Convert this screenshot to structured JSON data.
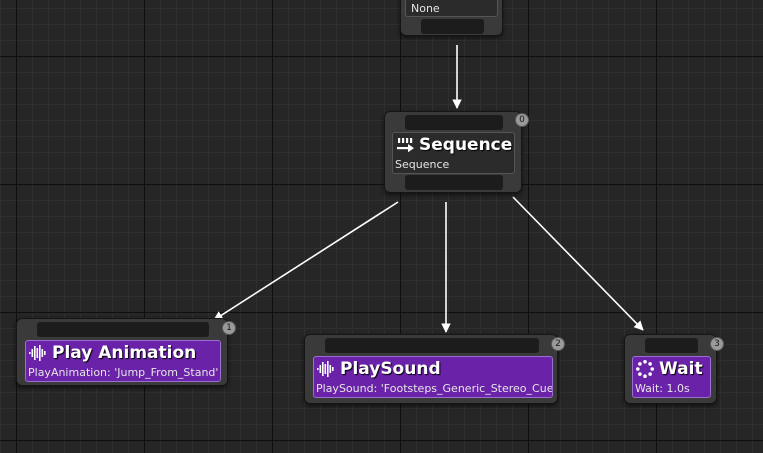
{
  "parent_node": {
    "subtitle": "None"
  },
  "nodes": {
    "sequence": {
      "title": "Sequence",
      "subtitle": "Sequence",
      "order": "0",
      "icon": "sequence-icon"
    },
    "play_anim": {
      "title": "Play Animation",
      "subtitle": "PlayAnimation: 'Jump_From_Stand'",
      "order": "1",
      "icon": "audio-waveform-icon"
    },
    "play_sound": {
      "title": "PlaySound",
      "subtitle": "PlaySound: 'Footsteps_Generic_Stereo_Cue'",
      "order": "2",
      "icon": "audio-waveform-icon"
    },
    "wait": {
      "title": "Wait",
      "subtitle": "Wait: 1.0s",
      "order": "3",
      "icon": "wait-dotted-circle-icon"
    }
  },
  "colors": {
    "graph_bg": "#262626",
    "node_bg": "#3a3a3a",
    "composite_body": "#2b2b2b",
    "task_body": "#6a22a8",
    "wire": "#ffffff",
    "badge": "#9a9a9a"
  }
}
